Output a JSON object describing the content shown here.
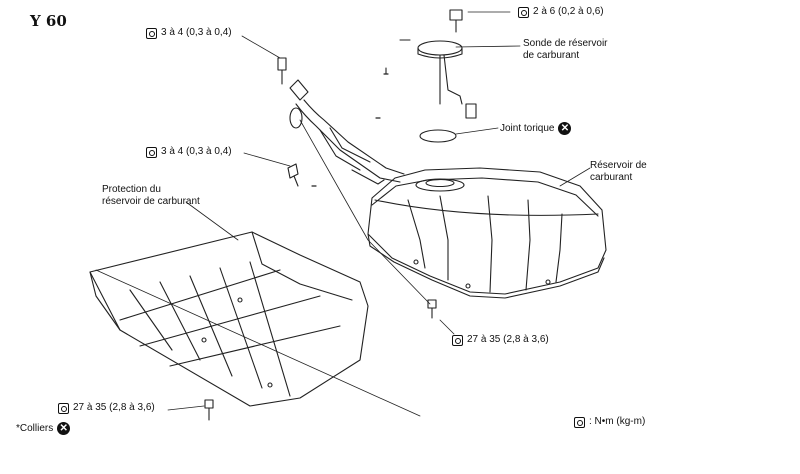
{
  "model_code": "Y 60",
  "torque_labels": {
    "fill_neck_upper": "3 à 4 (0,3 à 0,4)",
    "fill_neck_lower": "3 à 4 (0,3 à 0,4)",
    "sender_screws": "2 à 6 (0,2 à 0,6)",
    "tank_bolt": "27 à 35 (2,8 à 3,6)",
    "protector_bolt": "27 à 35 (2,8 à 3,6)"
  },
  "part_labels": {
    "sender_unit_line1": "Sonde de réservoir",
    "sender_unit_line2": "de carburant",
    "o_ring": "Joint torique",
    "tank_line1": "Réservoir de",
    "tank_line2": "carburant",
    "protector_line1": "Protection du",
    "protector_line2": "réservoir de carburant"
  },
  "notes": {
    "clamps": "*Colliers",
    "unit_legend": ": N•m (kg-m)"
  },
  "icons": {
    "torque": "torque-wrench-icon",
    "replace": "replace-x-icon"
  }
}
